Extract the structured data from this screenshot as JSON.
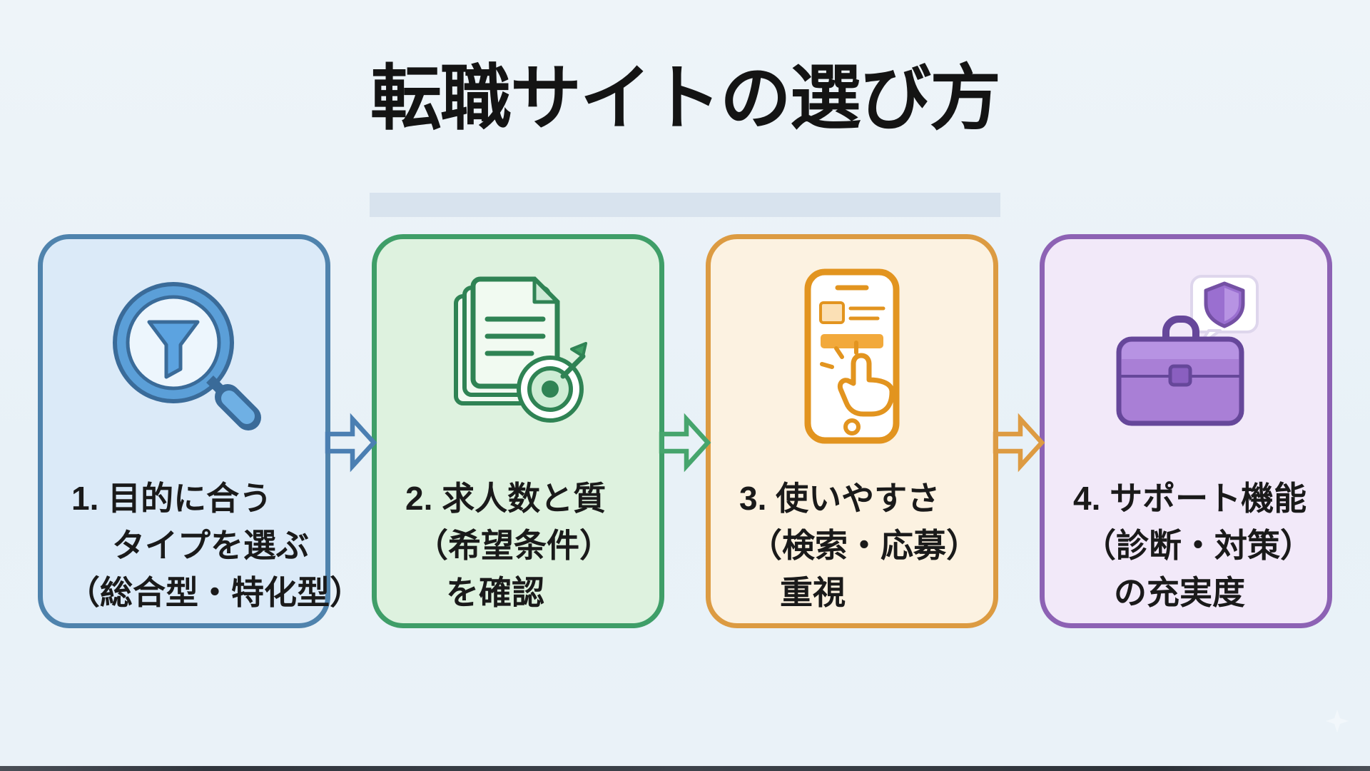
{
  "page": {
    "title": "転職サイトの選び方",
    "background_color": "#e9f1f7",
    "title_underline_color": "#d8e3ee"
  },
  "steps": [
    {
      "number": "1",
      "icon": "magnifier-filter-icon",
      "lines": [
        "1. 目的に合う",
        "タイプを選ぶ",
        "（総合型・特化型）"
      ],
      "colors": {
        "fill": "#dbeaf8",
        "border": "#4f83ad"
      }
    },
    {
      "number": "2",
      "icon": "documents-target-icon",
      "lines": [
        "2. 求人数と質",
        "（希望条件）",
        "を確認"
      ],
      "colors": {
        "fill": "#def2df",
        "border": "#3f9e68"
      }
    },
    {
      "number": "3",
      "icon": "smartphone-tap-icon",
      "lines": [
        "3. 使いやすさ",
        "（検索・応募）",
        "重視"
      ],
      "colors": {
        "fill": "#fcf2e1",
        "border": "#dc9b42"
      }
    },
    {
      "number": "4",
      "icon": "briefcase-shield-icon",
      "lines": [
        "4. サポート機能",
        "（診断・対策）",
        "の充実度"
      ],
      "colors": {
        "fill": "#f2e9f9",
        "border": "#8d62b4"
      }
    }
  ],
  "arrows": [
    {
      "between": "1-2",
      "color": "#4b7fb2"
    },
    {
      "between": "2-3",
      "color": "#46a56d"
    },
    {
      "between": "3-4",
      "color": "#dd9b42"
    }
  ]
}
